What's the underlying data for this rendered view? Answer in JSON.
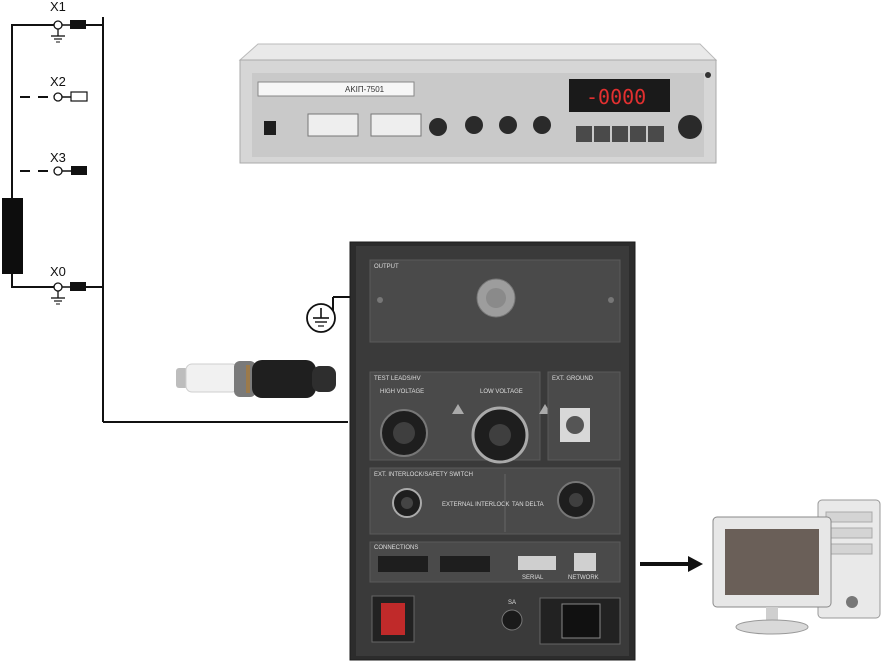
{
  "terminals": [
    {
      "id": "X1",
      "label": "X1"
    },
    {
      "id": "X2",
      "label": "X2"
    },
    {
      "id": "X3",
      "label": "X3"
    },
    {
      "id": "X0",
      "label": "X0"
    }
  ],
  "meter": {
    "display_value": "-0000",
    "model_label": "ΑΚΙΠ-7501"
  },
  "test_set_panel": {
    "section_output": "OUTPUT",
    "section_test_leads": "TEST LEADS/HV",
    "high_voltage": "HIGH VOLTAGE",
    "low_voltage": "LOW VOLTAGE",
    "external_interlock": "EXTERNAL INTERLOCK",
    "external_ground": "EXT. GROUND",
    "tan_delta": "TAN DELTA",
    "section_connect": "EXT. INTERLOCK/SAFETY SWITCH",
    "connectors_label": "CONNECTIONS",
    "serial": "SERIAL",
    "network": "NETWORK",
    "sa": "SA"
  },
  "colors": {
    "wire": "#111111",
    "panel_dark": "#2c2c2c",
    "panel_mid": "#474747",
    "meter_body": "#d8d8d8",
    "led": "#e23030"
  }
}
